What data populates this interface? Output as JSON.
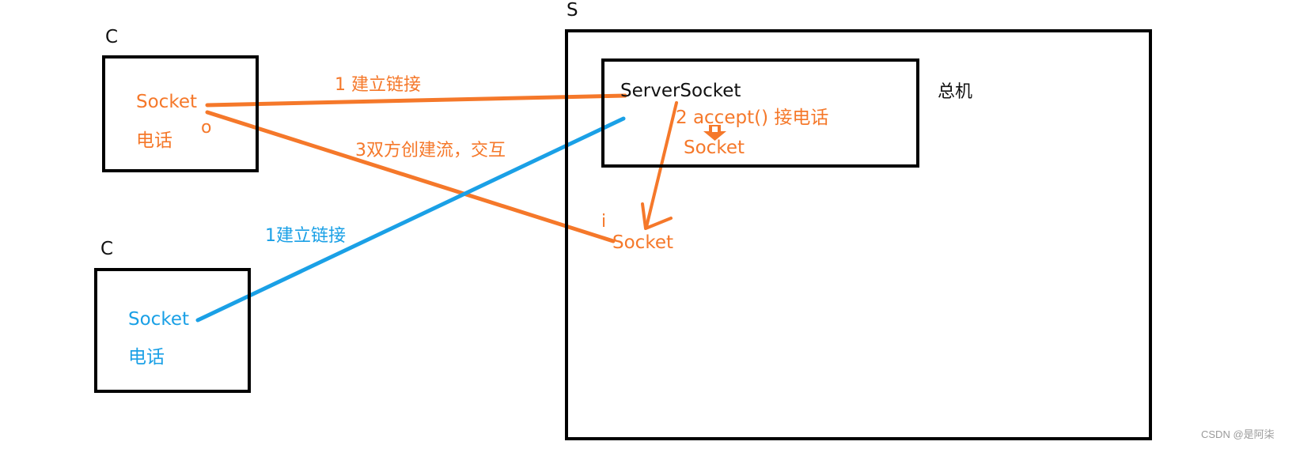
{
  "client1": {
    "label": "C",
    "socket": "Socket",
    "phone": "电话",
    "marker": "o"
  },
  "client2": {
    "label": "C",
    "socket": "Socket",
    "phone": "电话"
  },
  "server": {
    "label": "S",
    "host_label": "总机",
    "server_socket": "ServerSocket"
  },
  "steps": {
    "connect_orange": "1  建立链接",
    "connect_blue": "1建立链接",
    "accept": "2 accept() 接电话",
    "stream": "3双方创建流，交互"
  },
  "accepted_socket": "Socket",
  "server_socket_instance": "Socket",
  "server_socket_marker": "i",
  "watermark": "CSDN @是阿柒",
  "colors": {
    "orange": "#f5782a",
    "blue": "#1aa0e6",
    "outline": "#000000"
  }
}
